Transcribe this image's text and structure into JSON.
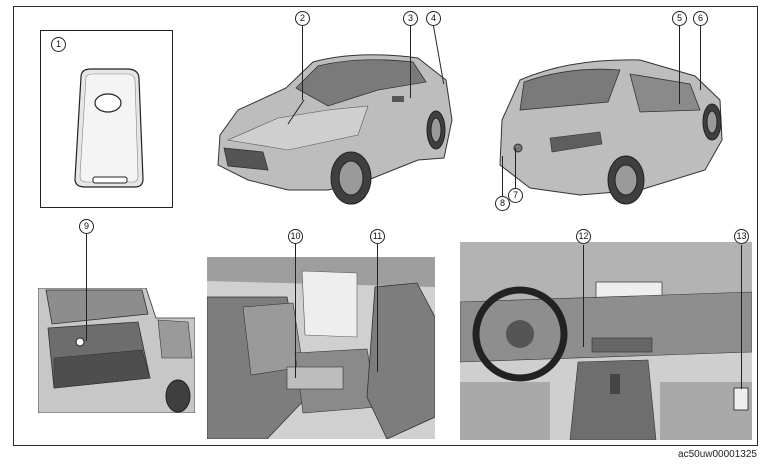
{
  "callouts": [
    "1",
    "2",
    "3",
    "4",
    "5",
    "6",
    "7",
    "8",
    "9",
    "10",
    "11",
    "12",
    "13"
  ],
  "footer": {
    "code": "ac50uw00001325"
  },
  "colors": {
    "line": "#222222",
    "body": "#b9b9b9",
    "dark": "#5e5e5e",
    "glass": "#7a7a7a"
  }
}
